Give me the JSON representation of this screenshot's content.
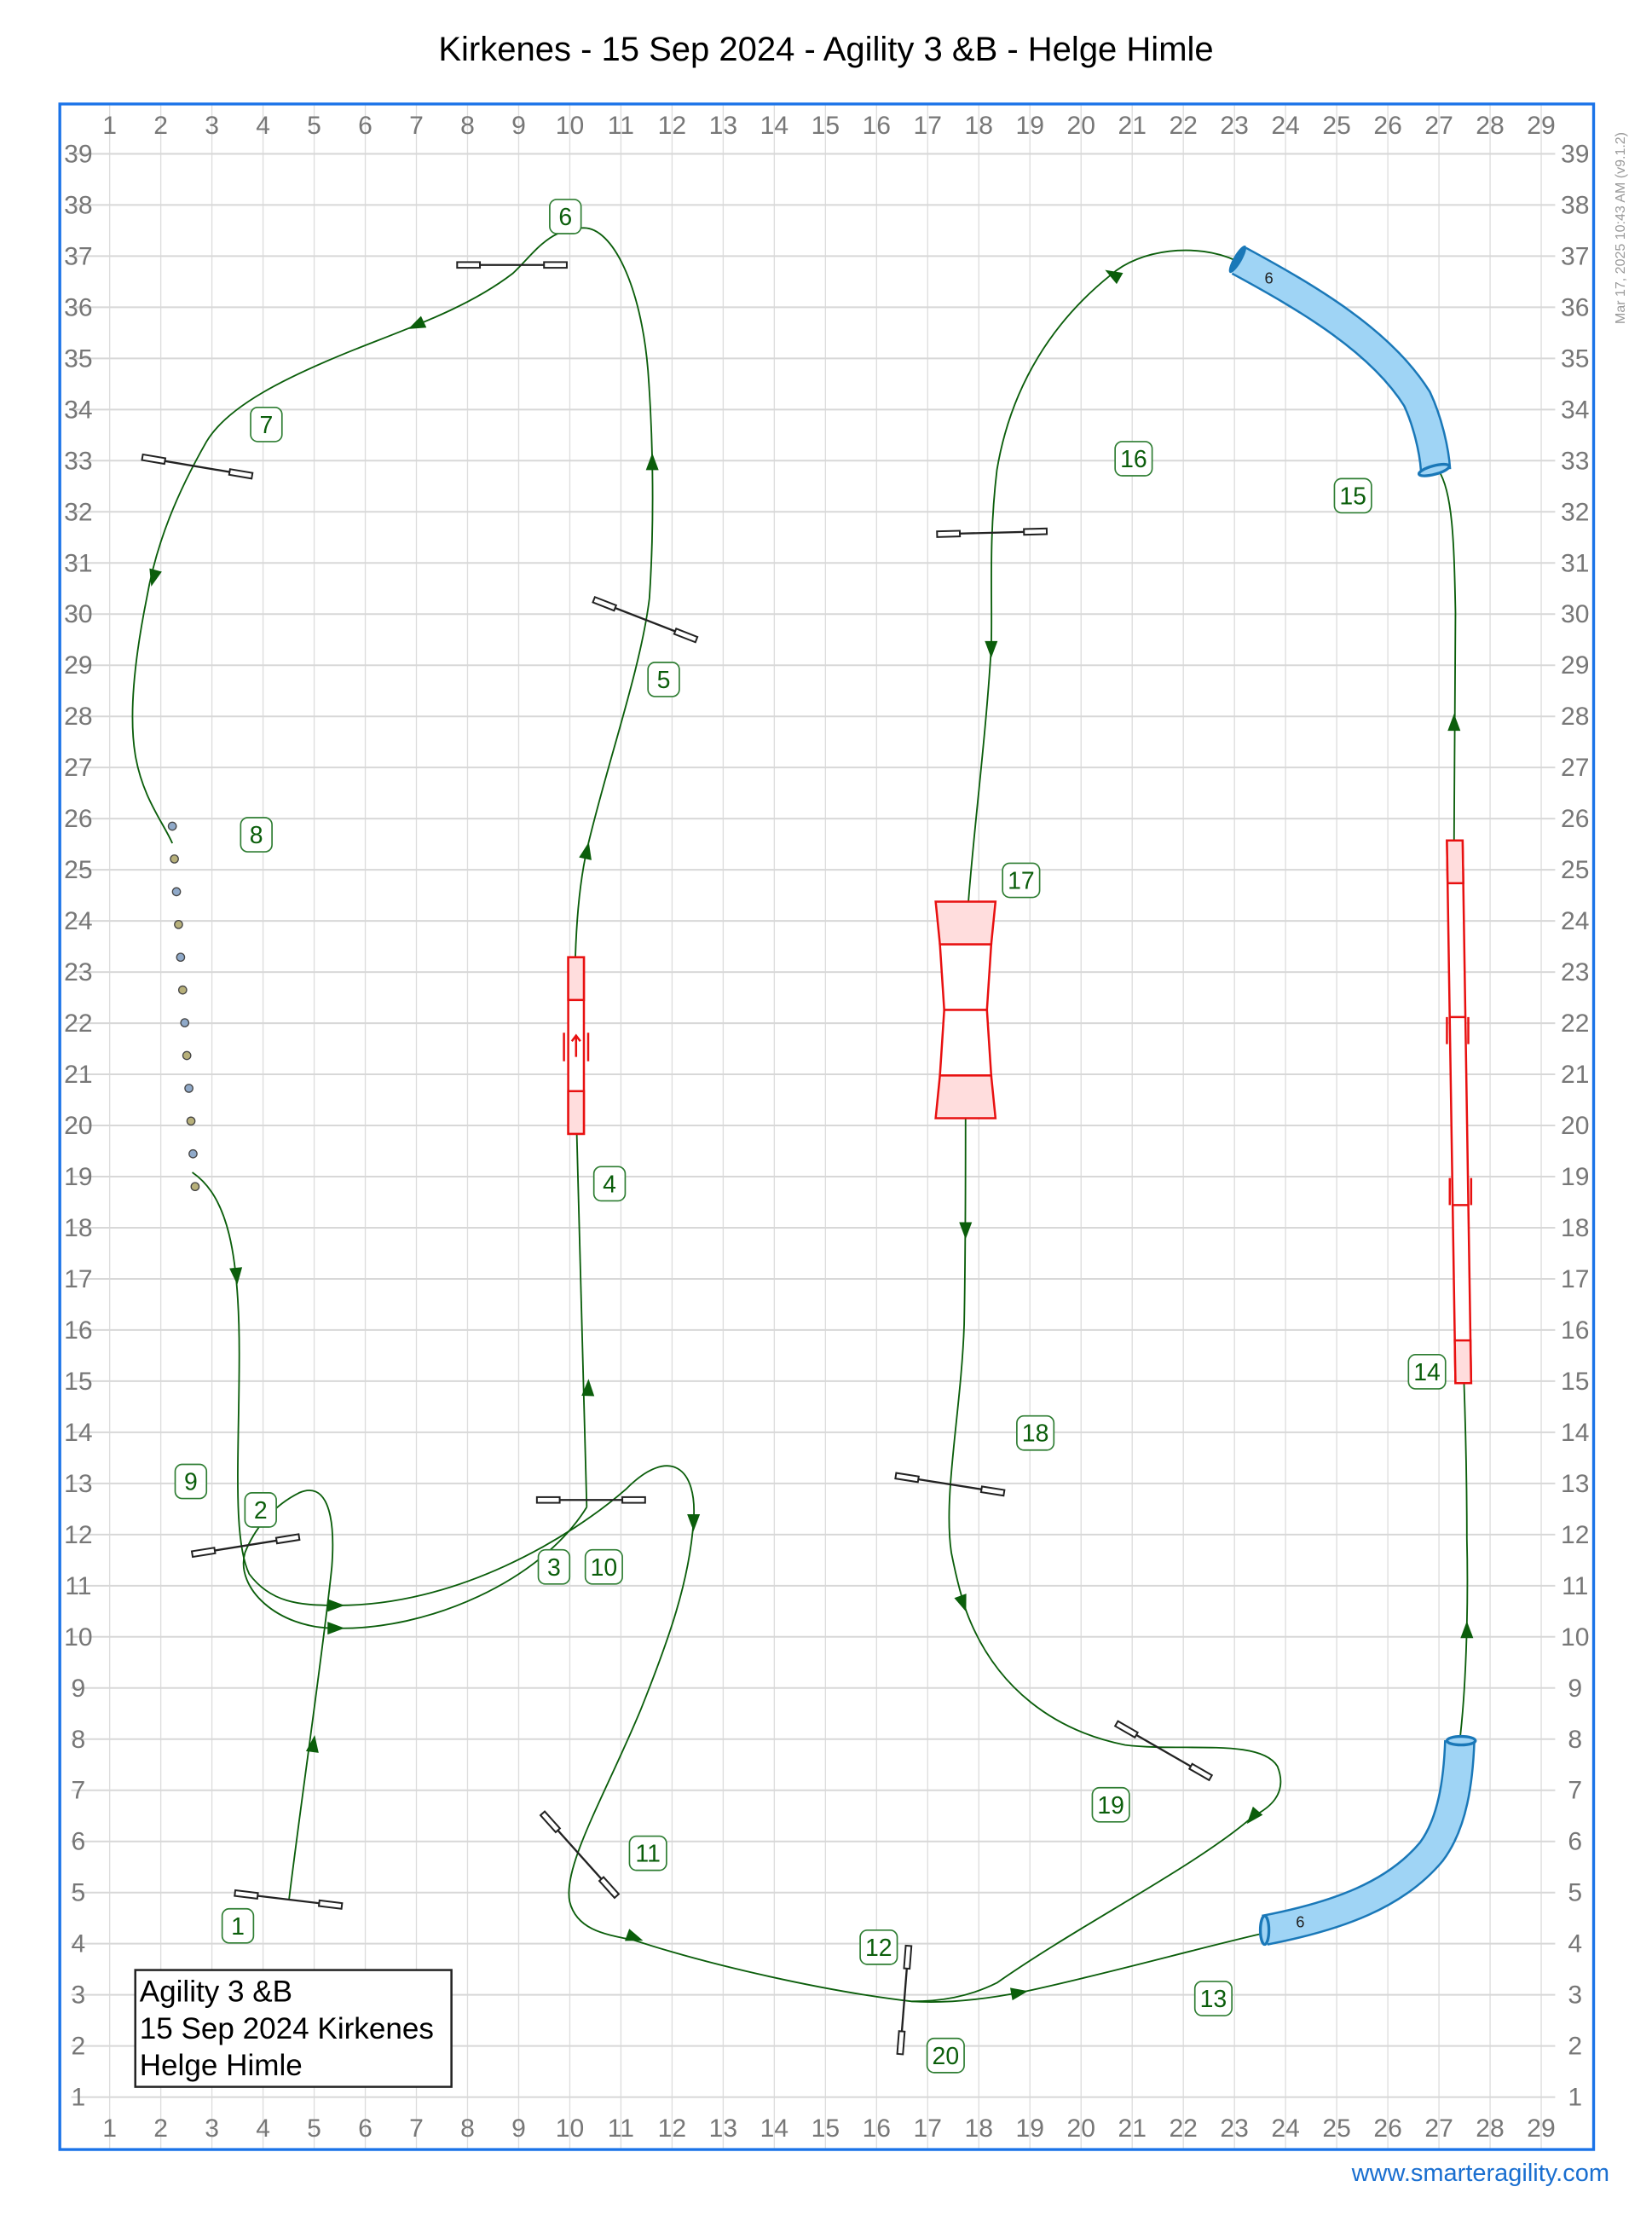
{
  "title": "Kirkenes - 15 Sep 2024 - Agility 3 &B - Helge Himle",
  "timestamp": "Mar 17, 2025 10:43 AM  (v9.1.2)",
  "website": "www.smarteragility.com",
  "info_box": [
    "Agility 3 &B",
    "15 Sep 2024 Kirkenes",
    "Helge Himle"
  ],
  "axis": {
    "x_ticks": [
      "1",
      "2",
      "3",
      "4",
      "5",
      "6",
      "7",
      "8",
      "9",
      "10",
      "11",
      "12",
      "13",
      "14",
      "15",
      "16",
      "17",
      "18",
      "19",
      "20",
      "21",
      "22",
      "23",
      "24",
      "25",
      "26",
      "27",
      "28",
      "29"
    ],
    "y_ticks": [
      "1",
      "2",
      "3",
      "4",
      "5",
      "6",
      "7",
      "8",
      "9",
      "10",
      "11",
      "12",
      "13",
      "14",
      "15",
      "16",
      "17",
      "18",
      "19",
      "20",
      "21",
      "22",
      "23",
      "24",
      "25",
      "26",
      "27",
      "28",
      "29",
      "30",
      "31",
      "32",
      "33",
      "34",
      "35",
      "36",
      "37",
      "38",
      "39"
    ]
  },
  "numbers": {
    "n1": "1",
    "n2": "2",
    "n3": "3",
    "n4": "4",
    "n5": "5",
    "n6": "6",
    "n7": "7",
    "n8": "8",
    "n9": "9",
    "n10": "10",
    "n11": "11",
    "n12": "12",
    "n13": "13",
    "n14": "14",
    "n15": "15",
    "n16": "16",
    "n17": "17",
    "n18": "18",
    "n19": "19",
    "n20": "20"
  },
  "tunnel_length_label": "6",
  "colors": {
    "path": "#0b5e0b",
    "contact": "#e81010",
    "tunnel": "#9fd4f5",
    "border": "#1a73e8"
  }
}
